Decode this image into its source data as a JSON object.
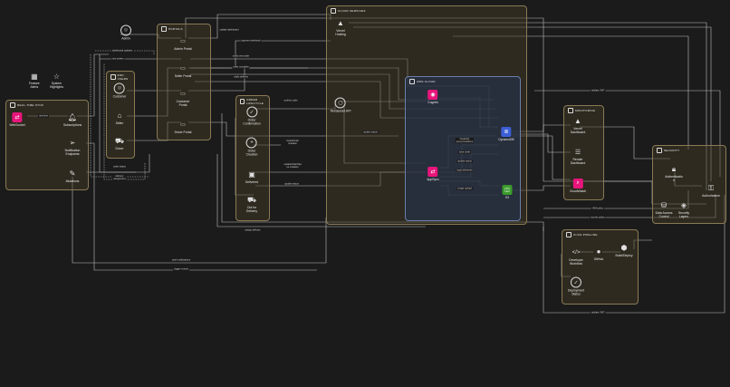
{
  "legend": {
    "feature_alerts": "Feature\nAlerts",
    "system_highlights": "System\nHighlights"
  },
  "groups": {
    "realtime": "REAL-TIME SYNC",
    "end_users": "END USERS",
    "portals": "PORTALS",
    "order_lifecycle": "ORDER LIFECYCLE",
    "cloud_services": "CLOUD SERVICES",
    "aws_cloud": "AWS CLOUD",
    "monitoring": "MONITORING",
    "security": "SECURITY",
    "cicd": "CI/CD PIPELINE"
  },
  "nodes": {
    "websocket": "WebSocket",
    "subscriptions": "Subscriptions",
    "notification_endpoints": "Notification\nEndpoints",
    "mutations": "Mutations",
    "admin": "Admin",
    "customer": "Customer",
    "seller": "Seller",
    "driver": "Driver",
    "admin_portal": "Admin Portal",
    "seller_portal": "Seller Portal",
    "customer_portal": "Customer\nPortal",
    "driver_portal": "Driver Portal",
    "order_confirmation": "Order\nConfirmation",
    "order_creation": "Order\nCreation",
    "delivered": "Delivered",
    "out_for_delivery": "Out for\nDelivery",
    "vercel_hosting": "Vercel\nHosting",
    "restaurant_api": "Restaurant API",
    "cognito": "Cognito",
    "dynamodb": "DynamoDB",
    "appsync": "AppSync",
    "s3": "S3",
    "vercel_dashboard": "Vercel\nDashboard",
    "render_dashboard": "Render\nDashboard",
    "cloudwatch": "CloudWatch",
    "authentication": "Authenticatio\nn",
    "authorization": "Authorization",
    "data_access_control": "Data Access\nControl",
    "security_layers": "Security\nLayers",
    "developer_workflow": "Developer\nWorkflow",
    "github": "GitHub",
    "build_deploy": "Build/Deploy",
    "deployment_status": "Deployment\nStatus"
  },
  "edges": {
    "real_time": "real-time",
    "update_dashboard": "update dashboard",
    "dashboard_updates": "dashboard updates",
    "payment_webhook": "payment webhook",
    "new_orders": "new orders",
    "notify_new_order": "notify new order",
    "order_complete": "order complete",
    "notify_delivery": "notify delivery",
    "confirm_order": "confirm order",
    "update_status": "update status",
    "createOrder_mutation": "createOrder\nmutation",
    "updateOrderStatus_mutation": "updateOrderStat\nus mutation",
    "update_status2": "update status",
    "order_status": "order status",
    "delivery_assignment": "delivery\nassignment",
    "assign_delivery": "assign delivery",
    "push_notifications": "push notifications",
    "trigger_events": "trigger events",
    "graphql_resolvers": "GraphQL\nquery/mutations",
    "save_order": "save order",
    "update_status3": "update status",
    "track_deliveries": "track deliveries",
    "image_upload": "image upload",
    "jwt_token": "validate JWT",
    "iam_policy": "IAM policy",
    "access_policy": "access policy",
    "validate_jwt2": "validate JWT"
  }
}
